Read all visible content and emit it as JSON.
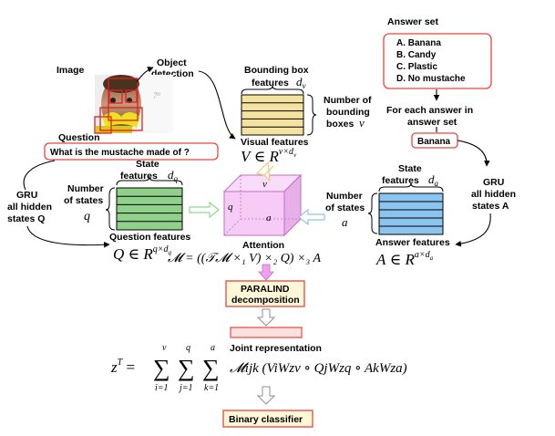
{
  "image_block": {
    "label": "Image",
    "object_detection_label_line1": "Object",
    "object_detection_label_line2": "detection",
    "plate_text": "7⁰"
  },
  "question": {
    "label": "Question",
    "text": "What is the mustache made of ?"
  },
  "gru_question": {
    "line1": "GRU",
    "line2": "all hidden",
    "line3": "states Q"
  },
  "question_states": {
    "count_label_line1": "Number",
    "count_label_line2": "of states",
    "count_symbol": "q",
    "features_label_line1": "State",
    "features_label_line2": "features",
    "features_symbol": "d",
    "features_subscript": "q",
    "caption": "Question features",
    "formula_lhs": "Q",
    "formula_base": "R",
    "formula_sup": "q×d",
    "formula_sup_sub": "q",
    "color": "#8fd08a"
  },
  "visual": {
    "bbox_features_line1": "Bounding box",
    "bbox_features_line2": "features",
    "bbox_symbol": "d",
    "bbox_subscript": "v",
    "num_boxes_line1": "Number of",
    "num_boxes_line2": "bounding",
    "num_boxes_line3": "boxes",
    "num_boxes_symbol": "v",
    "caption": "Visual features",
    "formula_lhs": "V",
    "formula_base": "R",
    "formula_sup": "v×d",
    "formula_sup_sub": "v",
    "color": "#f4e3a0"
  },
  "answer_set": {
    "title": "Answer set",
    "items": [
      "A. Banana",
      "B. Candy",
      "C. Plastic",
      "D. No mustache"
    ],
    "for_each_line1": "For each answer in",
    "for_each_line2": "answer set",
    "selected": "Banana"
  },
  "gru_answer": {
    "line1": "GRU",
    "line2": "all hidden",
    "line3": "states A"
  },
  "answer_states": {
    "count_label_line1": "Number",
    "count_label_line2": "of states",
    "count_symbol": "a",
    "features_label_line1": "State",
    "features_label_line2": "features",
    "features_symbol": "d",
    "features_subscript": "a",
    "caption": "Answer features",
    "formula_lhs": "A",
    "formula_base": "R",
    "formula_sup": "a×d",
    "formula_sup_sub": "a",
    "color": "#8cc4f0"
  },
  "attention": {
    "label": "Attention",
    "cube_v": "v",
    "cube_q": "q",
    "cube_a": "a",
    "formula": "𝓜 = ((𝒯𝓜 ×₁ V) ×₂ Q) ×₃ A",
    "cube_color": "#f6ccf6"
  },
  "paralind": {
    "line1": "PARALIND",
    "line2": "decomposition"
  },
  "joint": {
    "label": "Joint representation",
    "lhs": "z",
    "lhs_sup": "T",
    "sum1_top": "v",
    "sum1_bottom": "i=1",
    "sum2_top": "q",
    "sum2_bottom": "j=1",
    "sum3_top": "a",
    "sum3_bottom": "k=1",
    "body": "𝓜ijk (ViWzv ∘ QjWzq ∘ AkWza)"
  },
  "classifier": {
    "label": "Binary classifier"
  },
  "colors": {
    "box_border": "#e8463c",
    "paralind_fill": "#fff8d8",
    "joint_bar_fill": "#fde0e0",
    "magenta_arrow": "#f0a0f0",
    "yellow_arrow": "#f0c870",
    "green_arrow": "#90d890",
    "blue_arrow": "#98c0f0",
    "gray_arrow": "#b0b0b0"
  }
}
